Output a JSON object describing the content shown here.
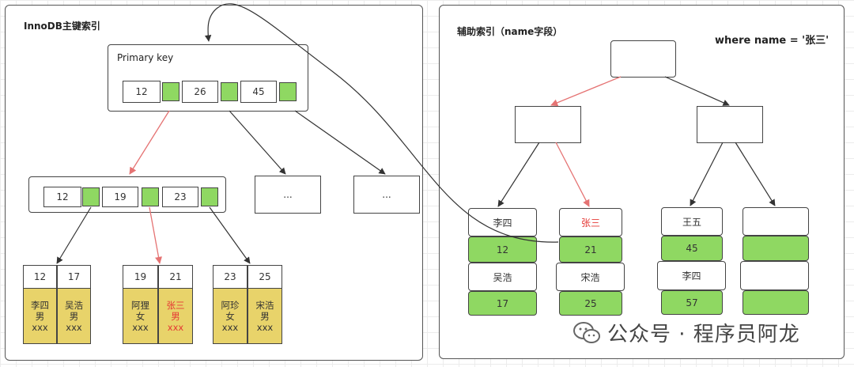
{
  "left_panel": {
    "title": "InnoDB主键索引",
    "root": {
      "label": "Primary key",
      "keys": [
        "12",
        "26",
        "45"
      ]
    },
    "level2": {
      "keys": [
        "12",
        "19",
        "23"
      ],
      "ellipsis": [
        "...",
        "..."
      ]
    },
    "leaves": [
      {
        "id": "12",
        "name": "李四",
        "sex": "男",
        "extra": "xxx",
        "highlight": false
      },
      {
        "id": "17",
        "name": "吴浩",
        "sex": "男",
        "extra": "xxx",
        "highlight": false
      },
      {
        "id": "19",
        "name": "阿狸",
        "sex": "女",
        "extra": "xxx",
        "highlight": false
      },
      {
        "id": "21",
        "name": "张三",
        "sex": "男",
        "extra": "xxx",
        "highlight": true
      },
      {
        "id": "23",
        "name": "阿珍",
        "sex": "女",
        "extra": "xxx",
        "highlight": false
      },
      {
        "id": "25",
        "name": "宋浩",
        "sex": "男",
        "extra": "xxx",
        "highlight": false
      }
    ]
  },
  "right_panel": {
    "title": "辅助索引（name字段）",
    "query": "where name = '张三'",
    "leaves": [
      {
        "name1": "李四",
        "id1": "12",
        "name2": "吴浩",
        "id2": "17",
        "highlight": false
      },
      {
        "name1": "张三",
        "id1": "21",
        "name2": "宋浩",
        "id2": "25",
        "highlight": true
      },
      {
        "name1": "王五",
        "id1": "45",
        "name2": "李四",
        "id2": "57",
        "highlight": false
      },
      {
        "name1": "",
        "id1": "",
        "name2": "",
        "id2": "",
        "highlight": false
      }
    ]
  },
  "watermark": "公众号 · 程序员阿龙",
  "colors": {
    "key_green": "#8fd862",
    "leaf_yellow": "#e8d36a",
    "highlight_red": "#e53935",
    "line": "#333333"
  }
}
